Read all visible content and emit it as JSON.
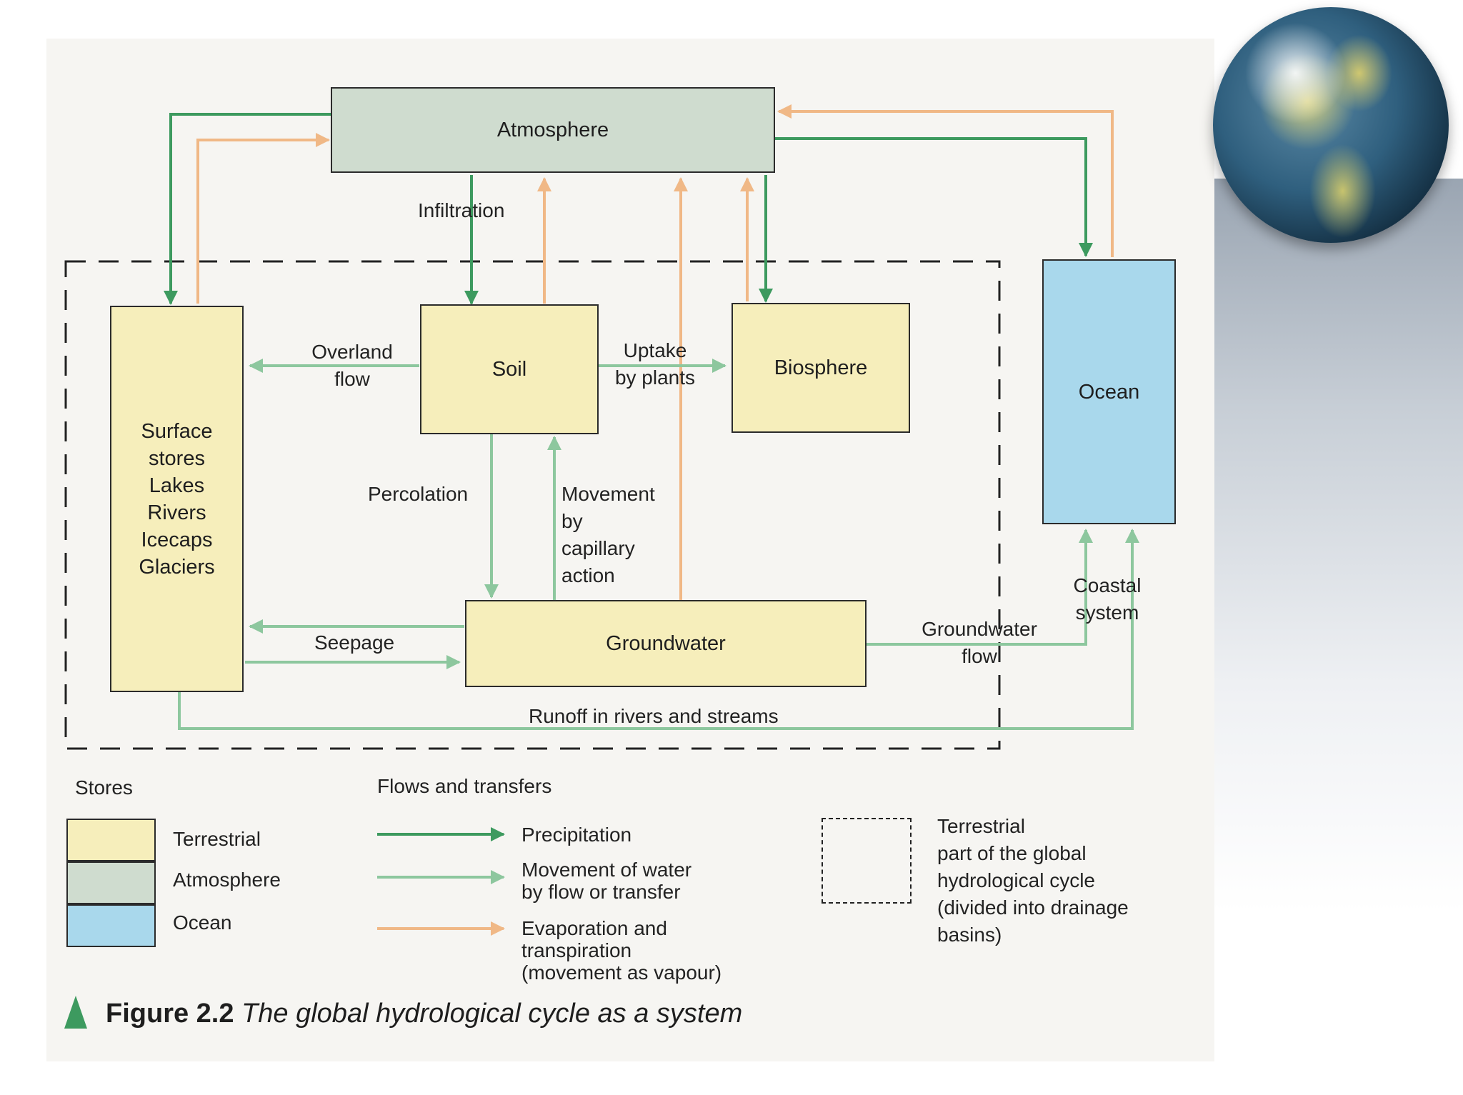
{
  "stores": {
    "atmosphere": "Atmosphere",
    "surface": [
      "Surface",
      "stores",
      "Lakes",
      "Rivers",
      "Icecaps",
      "Glaciers"
    ],
    "soil": "Soil",
    "biosphere": "Biosphere",
    "groundwater": "Groundwater",
    "ocean": "Ocean"
  },
  "flows": {
    "infiltration": "Infiltration",
    "overland": [
      "Overland",
      "flow"
    ],
    "uptake": [
      "Uptake",
      "by plants"
    ],
    "percolation": "Percolation",
    "capillary": [
      "Movement",
      "by",
      "capillary",
      "action"
    ],
    "seepage": "Seepage",
    "groundwater_flow": [
      "Groundwater",
      "flow"
    ],
    "coastal": [
      "Coastal",
      "system"
    ],
    "runoff": "Runoff in rivers and streams"
  },
  "legend": {
    "stores_title": "Stores",
    "store_items": [
      "Terrestrial",
      "Atmosphere",
      "Ocean"
    ],
    "flows_title": "Flows and transfers",
    "precipitation": "Precipitation",
    "movement": [
      "Movement of water",
      "by flow or transfer"
    ],
    "evaporation": [
      "Evaporation and",
      "transpiration",
      "(movement as vapour)"
    ],
    "terrestrial_part": [
      "Terrestrial",
      "part of the global",
      "hydrological cycle",
      "(divided into drainage",
      "basins)"
    ]
  },
  "caption": {
    "label": "Figure 2.2",
    "text": "The global hydrological cycle as a system"
  },
  "colors": {
    "precipitation": "#3d9a5f",
    "movement": "#8dc79e",
    "evaporation": "#f0b886",
    "terrestrial": "#f6eebb",
    "atmosphere": "#cfdccf",
    "ocean": "#a9d8ec"
  }
}
